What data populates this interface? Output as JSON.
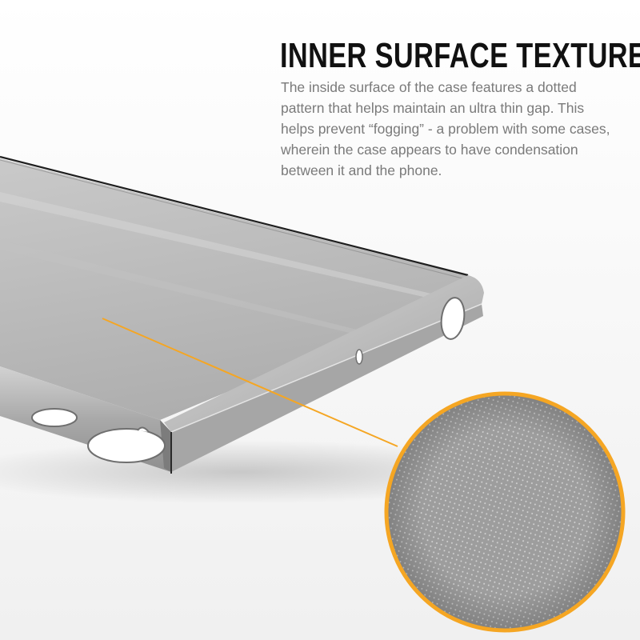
{
  "feature": {
    "title": "INNER SURFACE TEXTURE",
    "description": "The inside surface of the case features a dotted pattern that helps maintain an ultra thin gap. This helps prevent “fogging” - a problem with some cases, wherein the case appears to have condensation between it and the phone."
  },
  "colors": {
    "background": "#ffffff",
    "heading": "#111111",
    "body_text": "#7a7a7a",
    "accent": "#f5a623",
    "case_tint": "#9a9a9a"
  },
  "icons": [
    "phone-case-illustration",
    "texture-magnifier"
  ]
}
